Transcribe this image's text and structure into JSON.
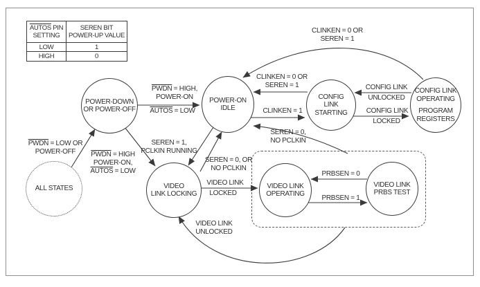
{
  "figure": {
    "type": "state-diagram"
  },
  "colors": {
    "line": "#3a3a3a",
    "text": "#2e2e2e",
    "background": "#ffffff",
    "border": "#8f8f8f"
  },
  "table": {
    "header_col1_ov": "AUTOS",
    "header_col1_rest": " PIN",
    "header_col1_line2": "SETTING",
    "header_col2_line1": "SEREN BIT",
    "header_col2_line2": "POWER-UP VALUE",
    "rows": [
      {
        "setting": "LOW",
        "value": "1"
      },
      {
        "setting": "HIGH",
        "value": "0"
      }
    ]
  },
  "states": {
    "power_down": {
      "l1": "POWER-DOWN",
      "l2": "OR POWER-OFF"
    },
    "power_on_idle": {
      "l1": "POWER-ON",
      "l2": "IDLE"
    },
    "config_link_starting": {
      "l1": "CONFIG",
      "l2": "LINK STARTING"
    },
    "config_link_operating": {
      "l1": "CONFIG LINK",
      "l2": "OPERATING",
      "l3": "PROGRAM",
      "l4": "REGISTERS"
    },
    "all_states": {
      "l1": "ALL STATES"
    },
    "video_link_locking": {
      "l1": "VIDEO",
      "l2": "LINK LOCKING"
    },
    "video_link_operating": {
      "l1": "VIDEO LINK",
      "l2": "OPERATING"
    },
    "video_link_prbs_test": {
      "l1": "VIDEO LINK",
      "l2": "PRBS TEST"
    }
  },
  "labels": {
    "all_to_pd": {
      "ov": "PWDN",
      "t1": " = LOW OR",
      "t2": "POWER-OFF"
    },
    "pd_idle_cond": {
      "ov": "PWDN",
      "t1": " = HIGH,",
      "t2": "POWER-ON"
    },
    "pd_idle_autos": {
      "ov": "AUTOS",
      "t1": " = LOW"
    },
    "pd_vll": {
      "ov1": "PWDN",
      "t1": " = HIGH",
      "t2": "POWER-ON,",
      "ov2": "AUTOS",
      "t3": " = LOW"
    },
    "idle_vll": {
      "t1": "SEREN = 1,",
      "t2": "PCLKIN RUNNING"
    },
    "vll_idle": {
      "t1": "SEREN = 0, OR",
      "t2": "NO PCLKIN"
    },
    "idle_cls": {
      "t1": "CLINKEN = 1"
    },
    "cls_idle": {
      "t1": "CLINKEN = 0 OR",
      "t2": "SEREN = 1"
    },
    "clo_idle_top": {
      "t1": "CLINKEN = 0 OR",
      "t2": "SEREN = 1"
    },
    "clo_cls": {
      "top": "CONFIG LINK",
      "bottom": "UNLOCKED"
    },
    "cls_clo": {
      "top": "CONFIG LINK",
      "bottom": "LOCKED"
    },
    "box_idle": {
      "t1": "SEREN = 0,",
      "t2": "NO PCLKIN"
    },
    "vll_vlo": {
      "top": "VIDEO LINK",
      "bottom": "LOCKED"
    },
    "prbs_off": {
      "t1": "PRBSEN = 0"
    },
    "prbs_on": {
      "t1": "PRBSEN = 1"
    },
    "box_vll": {
      "t1": "VIDEO LINK",
      "t2": "UNLOCKED"
    }
  }
}
